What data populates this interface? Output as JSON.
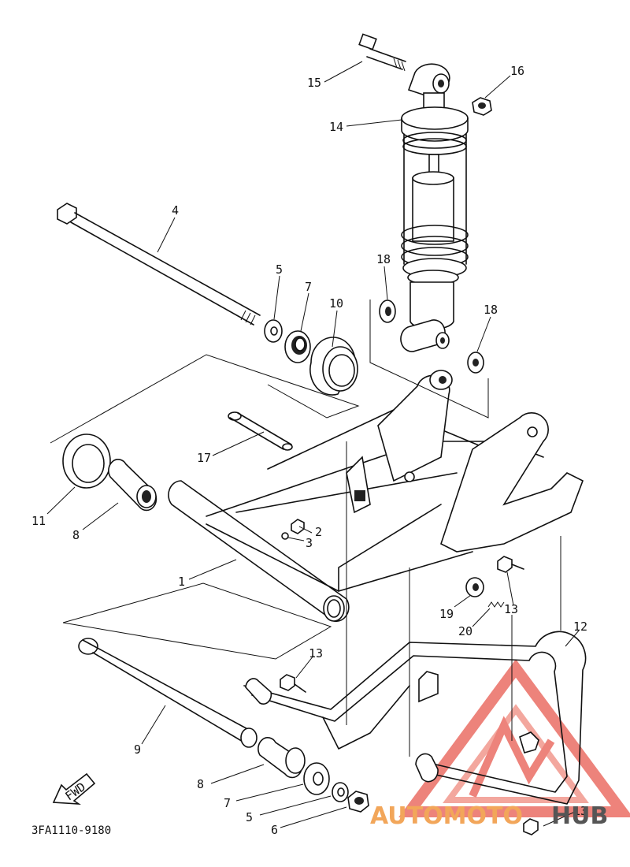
{
  "diagram": {
    "part_code": "3FA1110-9180",
    "fwd_label": "FWD",
    "callouts": [
      {
        "id": "c15",
        "label": "15"
      },
      {
        "id": "c16",
        "label": "16"
      },
      {
        "id": "c14",
        "label": "14"
      },
      {
        "id": "c4",
        "label": "4"
      },
      {
        "id": "c5a",
        "label": "5"
      },
      {
        "id": "c7a",
        "label": "7"
      },
      {
        "id": "c10",
        "label": "10"
      },
      {
        "id": "c18a",
        "label": "18"
      },
      {
        "id": "c18b",
        "label": "18"
      },
      {
        "id": "c17",
        "label": "17"
      },
      {
        "id": "c11",
        "label": "11"
      },
      {
        "id": "c8a",
        "label": "8"
      },
      {
        "id": "c2",
        "label": "2"
      },
      {
        "id": "c3",
        "label": "3"
      },
      {
        "id": "c1",
        "label": "1"
      },
      {
        "id": "c19",
        "label": "19"
      },
      {
        "id": "c13a",
        "label": "13"
      },
      {
        "id": "c20",
        "label": "20"
      },
      {
        "id": "c12",
        "label": "12"
      },
      {
        "id": "c13b",
        "label": "13"
      },
      {
        "id": "c9",
        "label": "9"
      },
      {
        "id": "c8b",
        "label": "8"
      },
      {
        "id": "c7b",
        "label": "7"
      },
      {
        "id": "c5b",
        "label": "5"
      },
      {
        "id": "c6",
        "label": "6"
      },
      {
        "id": "c13c",
        "label": "13"
      }
    ]
  },
  "watermark": {
    "part1": "AUTOMOTO",
    "part2": "HUB",
    "color_primary": "#f2a65a",
    "color_secondary": "#555555",
    "logo_color": "#e85a4f"
  }
}
